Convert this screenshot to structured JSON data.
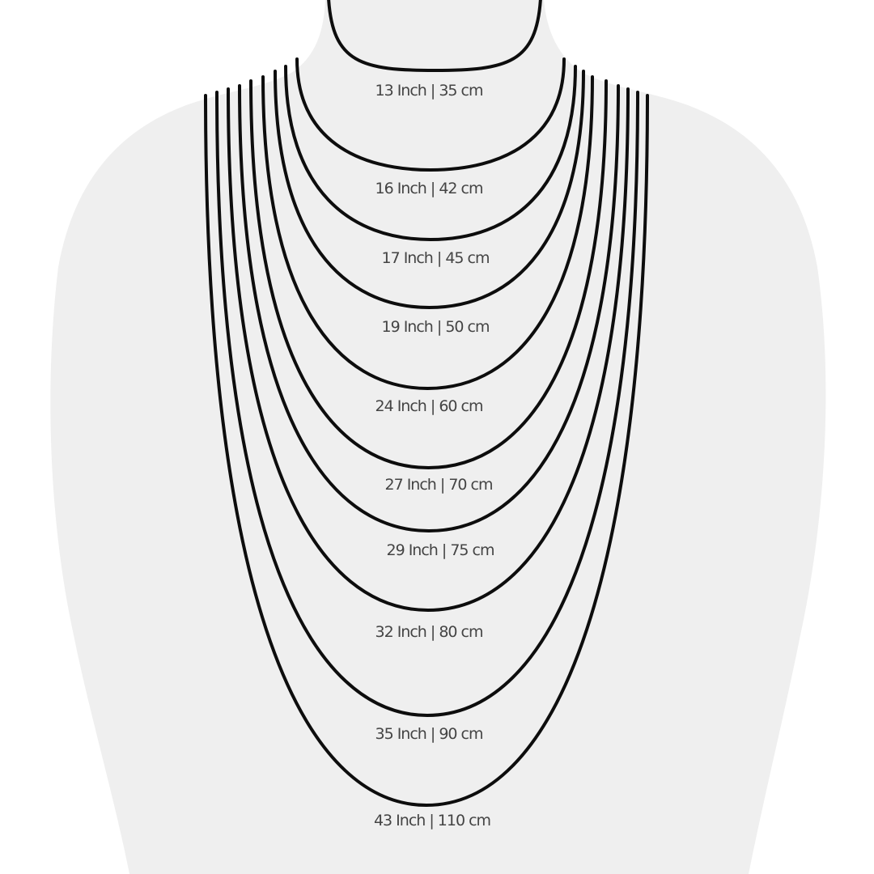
{
  "colors": {
    "background": "#ffffff",
    "bust": "#efefef",
    "chain": "#0d0d0d",
    "label": "#444444"
  },
  "necklaces": [
    {
      "label": "13 Inch | 35 cm",
      "inch": 13,
      "cm": 35
    },
    {
      "label": "16 Inch | 42 cm",
      "inch": 16,
      "cm": 42
    },
    {
      "label": "17 Inch | 45 cm",
      "inch": 17,
      "cm": 45
    },
    {
      "label": "19 Inch | 50 cm",
      "inch": 19,
      "cm": 50
    },
    {
      "label": "24 Inch | 60 cm",
      "inch": 24,
      "cm": 60
    },
    {
      "label": "27 Inch | 70 cm",
      "inch": 27,
      "cm": 70
    },
    {
      "label": "29 Inch | 75 cm",
      "inch": 29,
      "cm": 75
    },
    {
      "label": "32 Inch | 80 cm",
      "inch": 32,
      "cm": 80
    },
    {
      "label": "35 Inch | 90 cm",
      "inch": 35,
      "cm": 90
    },
    {
      "label": "43 Inch | 110 cm",
      "inch": 43,
      "cm": 110
    }
  ]
}
